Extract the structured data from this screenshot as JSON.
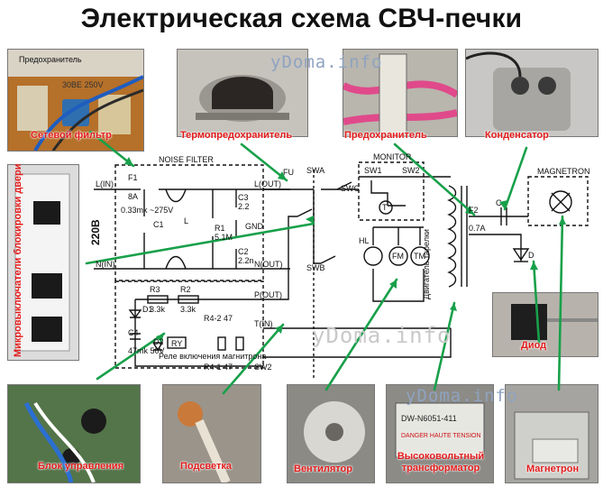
{
  "title": "Электрическая схема СВЧ-печки",
  "watermark": "yDoma.info",
  "callouts": {
    "network_filter": "Сетевой фильтр",
    "thermal_fuse": "Термопредохранитель",
    "fuse": "Предохранитель",
    "capacitor": "Конденсатор",
    "door_switches": "Микровыключатели блокировки двери",
    "diode": "Диод",
    "control_unit": "Блок управления",
    "backlight": "Подсветка",
    "fan": "Вентилятор",
    "hv_transformer": "Высоковольтный трансформатор",
    "magnetron": "Магнетрон"
  },
  "photo_text": {
    "fuse_label": "Предохранитель",
    "board_code": "30BE 250V",
    "transformer_model": "DW-N6051-411",
    "transformer_warning": "DANGER HAUTE TENSION"
  },
  "schematic": {
    "noise_filter": "NOISE FILTER",
    "monitor": "MONITOR",
    "magnetron": "MAGNETRON",
    "F1": "F1",
    "F1_rating": "8A",
    "F2": "F2",
    "F2_rating": "0.7A",
    "FU": "FU",
    "L_in": "L(IN)",
    "N_in": "N(IN)",
    "L_out": "L(OUT)",
    "N_out": "N(OUT)",
    "P_out": "P(OUT)",
    "T_in": "T(IN)",
    "GND": "GND",
    "voltage": "220В",
    "C1": "C1",
    "C1_value": "0.33mk ~275V",
    "L": "L",
    "R1": "R1",
    "R1_value": "5.1M",
    "C2": "C2",
    "C2_value": "2.2n",
    "C3": "C3",
    "C3_value": "2.2",
    "R3": "R3",
    "R3_value": "3.3k",
    "R2": "R2",
    "R2_value": "3.3k",
    "D1": "D1",
    "D2": "D2",
    "C4": "C4",
    "C4_value": "47mk 50V",
    "RY": "RY",
    "R4_2": "R4-2 47",
    "R4_1": "R4-1 47",
    "relay_caption": "Реле включения магнитрона",
    "SWA": "SWA",
    "SWB": "SWB",
    "SWC": "SWC",
    "SW1": "SW1",
    "SW2": "SW2",
    "SW2_bottom": "SW2",
    "T": "T",
    "HL": "HL",
    "FM": "FM",
    "TM": "TM",
    "turntable_motor": "Двигатель тарелки",
    "C": "C",
    "D": "D"
  }
}
